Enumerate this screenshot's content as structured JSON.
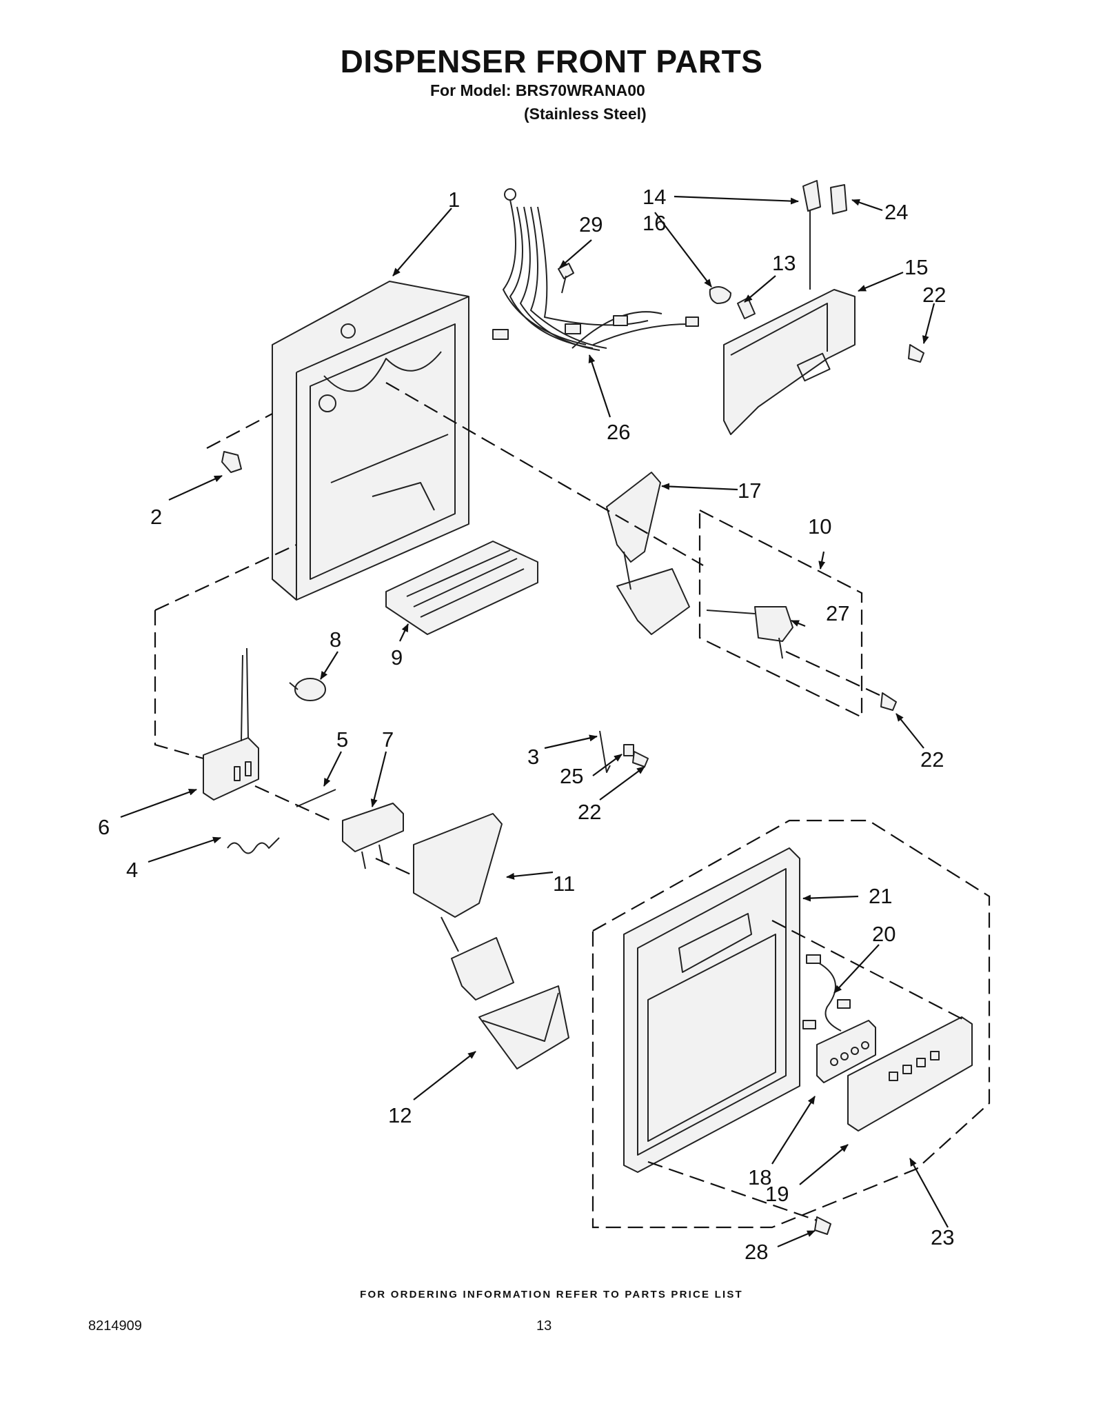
{
  "header": {
    "title": "DISPENSER FRONT PARTS",
    "model_line": "For Model: BRS70WRANA00",
    "variant": "(Stainless Steel)"
  },
  "callouts": [
    "1",
    "2",
    "3",
    "4",
    "5",
    "6",
    "7",
    "8",
    "9",
    "10",
    "11",
    "12",
    "13",
    "14",
    "15",
    "16",
    "17",
    "18",
    "19",
    "20",
    "21",
    "22",
    "22",
    "22",
    "23",
    "24",
    "25",
    "26",
    "27",
    "28",
    "29"
  ],
  "footer": {
    "ordering_note": "FOR ORDERING INFORMATION REFER TO PARTS PRICE LIST",
    "document_number": "8214909",
    "page_number": "13"
  }
}
